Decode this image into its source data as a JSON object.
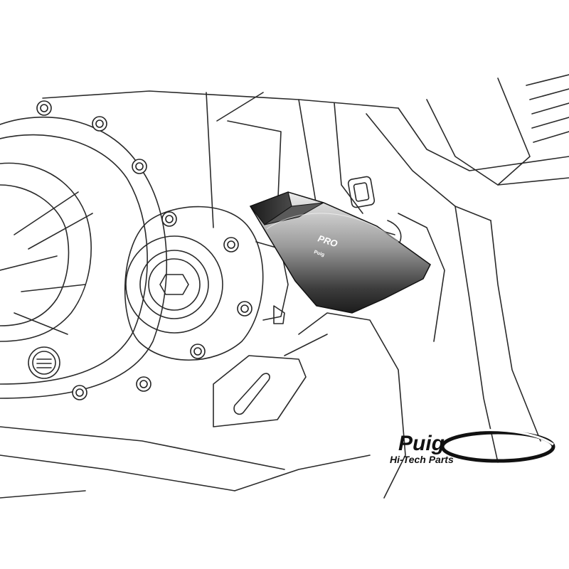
{
  "illustration": {
    "subject": "engine-line-drawing",
    "product": "frame-slider"
  },
  "slider": {
    "logo_text": "PRO",
    "brand_text": "Puig"
  },
  "brand": {
    "name": "Puig",
    "tagline": "Hi-Tech Parts",
    "colors": {
      "ink": "#111111",
      "line": "#2a2a2a",
      "slider_dark": "#1b1b1b",
      "slider_light": "#e0e0e0"
    }
  }
}
